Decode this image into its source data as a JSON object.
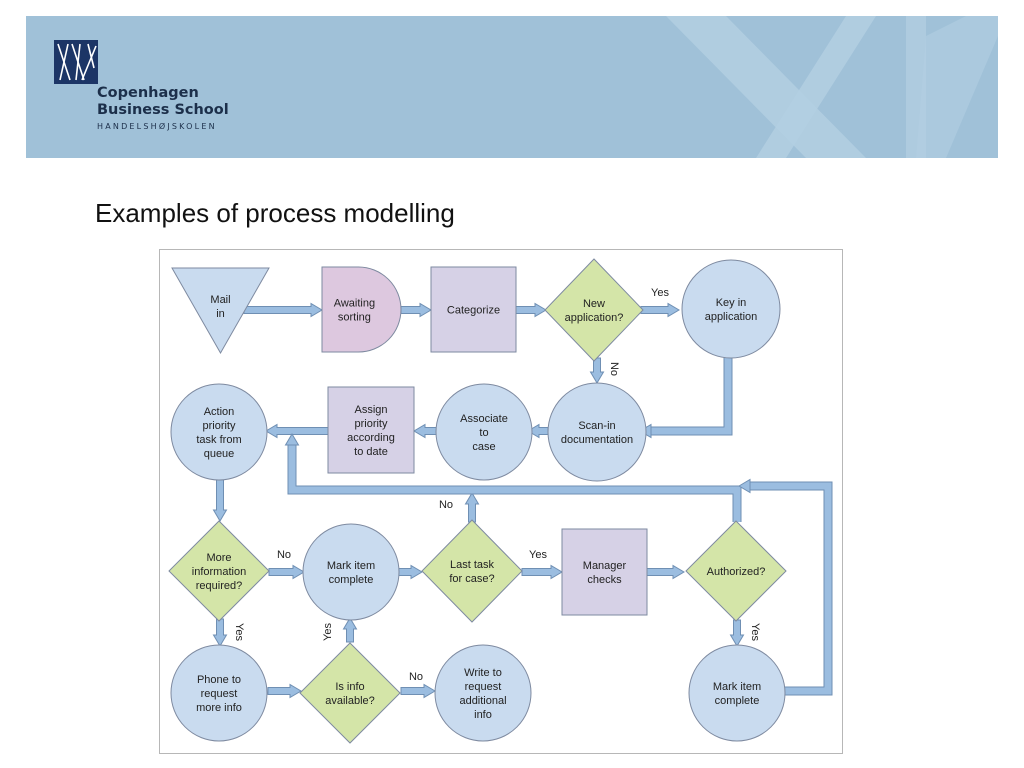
{
  "header": {
    "logo_icon": "cbs-logo-icon",
    "logo_line1": "Copenhagen",
    "logo_line2": "Business School",
    "logo_sub": "HANDELSHØJSKOLEN"
  },
  "slide": {
    "title": "Examples of process modelling"
  },
  "colors": {
    "banner": "#a0c1d8",
    "circle_fill": "#c9dbef",
    "diamond_fill": "#d4e5a8",
    "rect_fill": "#d6d1e6",
    "delay_fill": "#ddc8df",
    "arrow_fill": "#9bbde0"
  },
  "diagram": {
    "nodes": {
      "mail_in": [
        "Mail",
        "in"
      ],
      "awaiting_sorting": [
        "Awaiting",
        "sorting"
      ],
      "categorize": [
        "Categorize"
      ],
      "new_application": [
        "New",
        "application?"
      ],
      "key_in": [
        "Key in",
        "application"
      ],
      "scan_in": [
        "Scan-in",
        "documentation"
      ],
      "associate": [
        "Associate",
        "to",
        "case"
      ],
      "assign_priority": [
        "Assign",
        "priority",
        "according",
        "to date"
      ],
      "action_priority": [
        "Action",
        "priority",
        "task from",
        "queue"
      ],
      "more_info": [
        "More",
        "information",
        "required?"
      ],
      "mark_complete_1": [
        "Mark item",
        "complete"
      ],
      "last_task": [
        "Last task",
        "for case?"
      ],
      "manager_checks": [
        "Manager",
        "checks"
      ],
      "authorized": [
        "Authorized?"
      ],
      "phone": [
        "Phone to",
        "request",
        "more info"
      ],
      "is_info": [
        "Is info",
        "available?"
      ],
      "write_to": [
        "Write to",
        "request",
        "additional",
        "info"
      ],
      "mark_complete_2": [
        "Mark item",
        "complete"
      ]
    },
    "labels": {
      "new_app_yes": "Yes",
      "new_app_no": "No",
      "more_info_no": "No",
      "more_info_yes": "Yes",
      "last_task_yes": "Yes",
      "last_task_no": "No",
      "authorized_yes": "Yes",
      "is_info_yes": "Yes",
      "is_info_no": "No"
    }
  }
}
